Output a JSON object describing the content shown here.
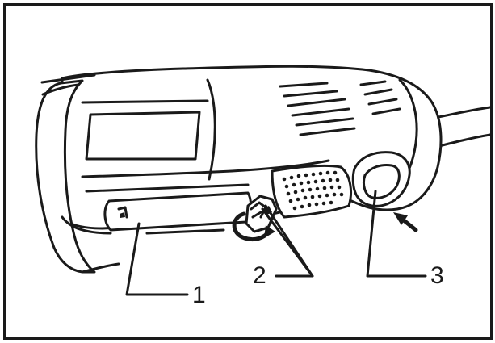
{
  "callouts": [
    {
      "id": "1",
      "label": "1"
    },
    {
      "id": "2",
      "label": "2"
    },
    {
      "id": "3",
      "label": "3"
    }
  ],
  "colors": {
    "ink": "#1a1a1a",
    "fill": "#ffffff"
  }
}
